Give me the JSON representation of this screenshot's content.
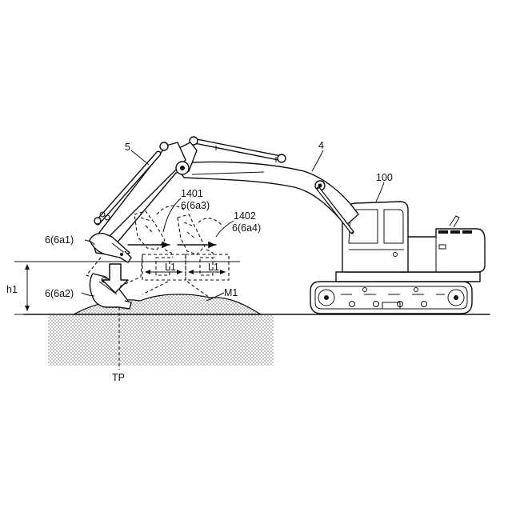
{
  "labels": {
    "arm_ref": "5",
    "boom_ref": "4",
    "machine_ref": "100",
    "trajectory_1": "1401",
    "bucket_a3": "6(6a3)",
    "trajectory_2": "1402",
    "bucket_a4": "6(6a4)",
    "bucket_a1": "6(6a1)",
    "bucket_a2": "6(6a2)",
    "height": "h1",
    "pile": "M1",
    "target_point": "TP",
    "spacing_1": "L1",
    "spacing_2": "L1"
  },
  "colors": {
    "line": "#111111",
    "fill": "#ffffff",
    "dots": "#888888"
  },
  "icons": {
    "down_arrow": "hollow-down-arrow",
    "step_arrows": "right-arrow"
  }
}
